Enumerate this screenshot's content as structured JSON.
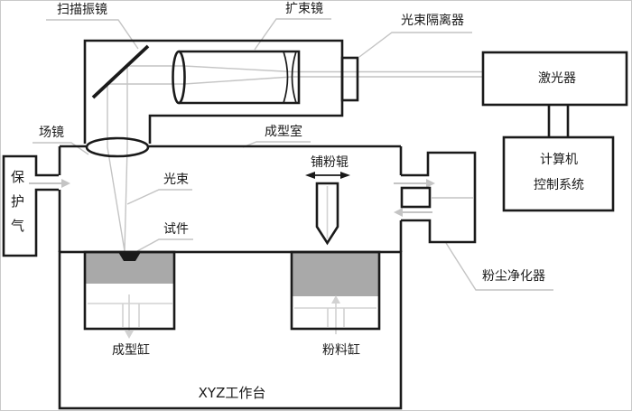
{
  "diagram_type": "schematic of a laser powder-bed fusion (SLM) machine",
  "labels": {
    "scanner": "扫描振镜",
    "beam_expander": "扩束镜",
    "beam_isolator": "光束隔离器",
    "laser": "激光器",
    "computer_line1": "计算机",
    "computer_line2": "控制系统",
    "field_lens": "场镜",
    "forming_chamber": "成型室",
    "powder_roller": "铺粉辊",
    "protective_gas": "保护气",
    "beam": "光束",
    "specimen": "试件",
    "dust_purifier": "粉尘净化器",
    "forming_cylinder": "成型缸",
    "powder_cylinder": "粉料缸",
    "xyz_table": "XYZ工作台"
  },
  "colors": {
    "line": "#1a1a1a",
    "leader": "#c4c4c4",
    "powder": "#a9a9a9",
    "piston": "#d2d2d2",
    "background": "#ffffff",
    "border": "#c9c9c9"
  }
}
